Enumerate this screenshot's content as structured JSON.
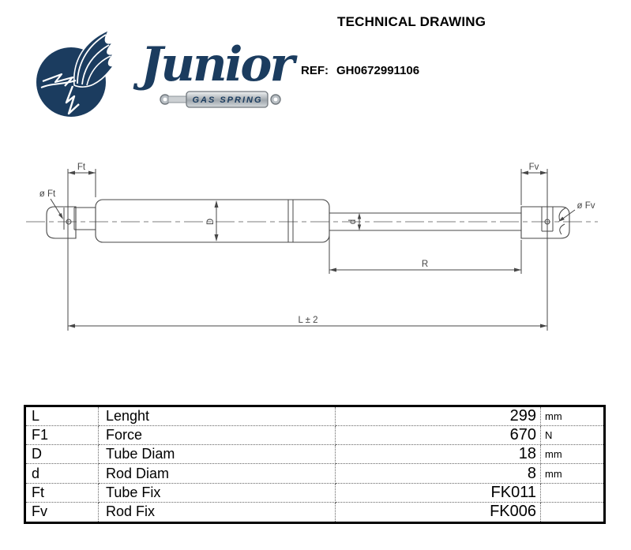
{
  "logo": {
    "brand": "Junior",
    "tagline": "GAS SPRING",
    "navy": "#1b3c5f"
  },
  "header": {
    "title": "TECHNICAL DRAWING",
    "ref_label": "REF:",
    "ref_value": "GH0672991106"
  },
  "drawing": {
    "labels": {
      "tube_fix_dim": "Ft",
      "rod_fix_dim": "Fv",
      "tube_fix_diameter": "ø Ft",
      "rod_fix_diameter": "ø Fv",
      "tube_diameter": "D",
      "rod_diameter": "d",
      "rod_length": "R",
      "total_length": "L ± 2"
    }
  },
  "table": {
    "rows": [
      {
        "symbol": "L",
        "name": "Lenght",
        "value": "299",
        "unit": "mm"
      },
      {
        "symbol": "F1",
        "name": "Force",
        "value": "670",
        "unit": "N"
      },
      {
        "symbol": "D",
        "name": "Tube Diam",
        "value": "18",
        "unit": "mm"
      },
      {
        "symbol": "d",
        "name": "Rod Diam",
        "value": "8",
        "unit": "mm"
      },
      {
        "symbol": "Ft",
        "name": "Tube Fix",
        "value": "FK011",
        "unit": ""
      },
      {
        "symbol": "Fv",
        "name": "Rod Fix",
        "value": "FK006",
        "unit": ""
      }
    ]
  }
}
